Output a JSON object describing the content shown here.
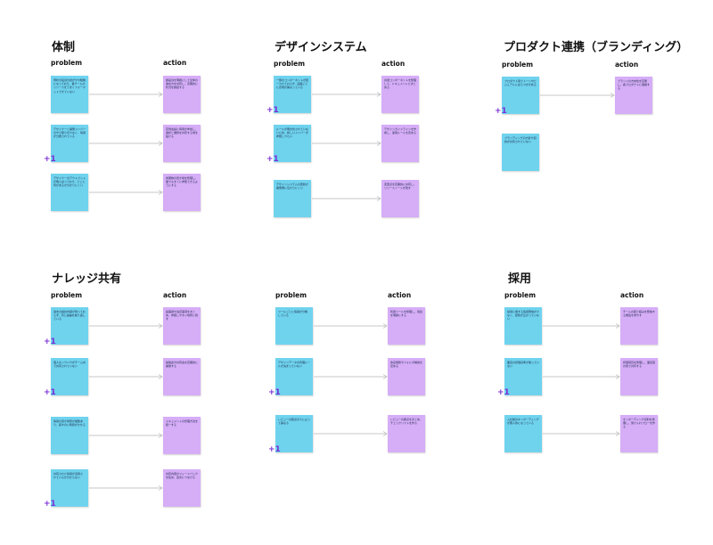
{
  "labels": {
    "problem": "problem",
    "action": "action",
    "plus_one": "+1"
  },
  "colors": {
    "problem_note": "#6fd3ee",
    "action_note": "#d6adf7",
    "plus_one": "#7b2fd6",
    "arrow": "#b5b5b5"
  },
  "sections": [
    {
      "title": "体制",
      "rows": [
        {
          "problem": "現状の役割分担がやや曖昧になっており、各チームのリソースをうまくフォーマットできていない",
          "action": "各役割を明確にして全体の進め方を共有し、定期的に状況を確認する",
          "plus_one": false
        },
        {
          "problem": "デザイナーと開発メンバーのやり取りが少なく、情報が分断されている",
          "action": "定例会議に両者が参加し、進捗と課題を共有する場を設ける",
          "plus_one": true
        },
        {
          "problem": "デザイナーのアウトプットが散らばっており、どこに何があるか分かりにくい",
          "action": "成果物の置き場を整理し、誰でもすぐに参照できるようにする",
          "plus_one": false
        }
      ]
    },
    {
      "title": "デザインシステム",
      "rows": [
        {
          "problem": "一部のコンポーネントが統一されておらず、画面ごとに表現が異なっている",
          "action": "共通コンポーネントを整理して、ドキュメントにまとめる",
          "plus_one": true
        },
        {
          "problem": "ルールが明文化されていないため、新しいメンバーが参照しづらい",
          "action": "デザインガイドラインを作成し、運用ルールを定める",
          "plus_one": true
        },
        {
          "problem": "デザインシステムの更新が開発側に伝わりにくい",
          "action": "変更点を定期的に共有し、リリースノートを残す",
          "plus_one": false
        }
      ]
    },
    {
      "title": "プロダクト連携（ブランディング）",
      "rows": [
        {
          "problem": "プロダクト間でトーンやビジュアルにばらつきがある",
          "action": "ブランドの方向性を定義し、各プロダクトに展開する",
          "plus_one": true
        },
        {
          "problem": "ブランディングの方針や目的が共有されていない",
          "action": "",
          "plus_one": false
        }
      ]
    },
    {
      "title": "ナレッジ共有",
      "rows": [
        {
          "problem": "過去の検討内容が残っておらず、同じ議論を繰り返している",
          "action": "議事録や決定事項をまとめ、参照しやすい場所に残す",
          "plus_one": true
        },
        {
          "problem": "個人のノウハウがチーム内で共有されていない",
          "action": "勉強会や共有会を定期的に開催する",
          "plus_one": true
        },
        {
          "problem": "情報の置き場所が複数あり、探すのに時間がかかる",
          "action": "ドキュメントの管理方法を統一する",
          "plus_one": false
        },
        {
          "problem": "共有された情報が活用されているか分からない",
          "action": "共有内容のフィードバックを集め、改善につなげる",
          "plus_one": true
        }
      ]
    },
    {
      "title": "",
      "rows": [
        {
          "problem": "ツールごとに情報が分散している",
          "action": "利用ツールを整理し、用途を明確にする",
          "plus_one": false
        },
        {
          "problem": "デザインデータの管理ルールが決まっていない",
          "action": "命名規則やフォルダ構成を定める",
          "plus_one": true
        },
        {
          "problem": "レビューの観点が人によって異なる",
          "action": "レビューの観点をまとめ、チェックリストを作る",
          "plus_one": true
        }
      ]
    },
    {
      "title": "採用",
      "rows": [
        {
          "problem": "採用に関する情報発信が少なく、認知が広がっていない",
          "action": "チームの取り組みを発信する機会を増やす",
          "plus_one": false
        },
        {
          "problem": "面接の評価基準が揃っていない",
          "action": "評価項目を整理し、面接官の間で共有する",
          "plus_one": true
        },
        {
          "problem": "入社後のオンボーディングが属人的になっている",
          "action": "オンボーディング資料を整備し、受け入れフローを作る",
          "plus_one": false
        }
      ]
    }
  ]
}
